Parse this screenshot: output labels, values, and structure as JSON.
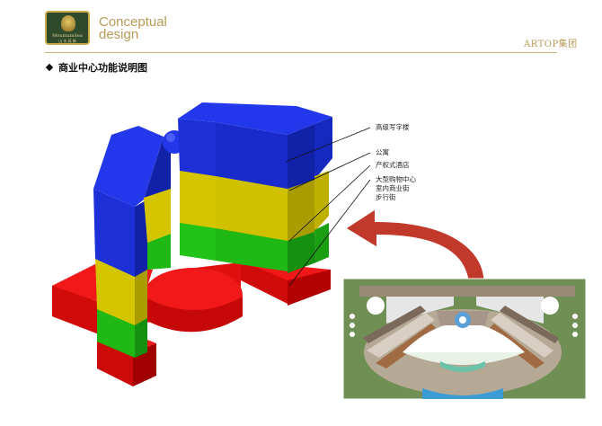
{
  "header": {
    "logo_text": "MountainSea",
    "logo_subtext": "山 水 苑 新",
    "concept_line1": "Conceptual",
    "concept_line2": "design",
    "brand": "ARTOP集团"
  },
  "page": {
    "title": "商业中心功能说明图"
  },
  "labels": {
    "office": "高级写字楼",
    "apartment": "公寓",
    "hotel": "产权式酒店",
    "mall_line1": "大型购物中心",
    "mall_line2": "室内商业街",
    "mall_line3": "步行街"
  },
  "colors": {
    "office": "#1d2fd6",
    "apartment": "#d4c500",
    "hotel": "#22c318",
    "mall": "#ee1010",
    "arrow": "#c0392b"
  }
}
